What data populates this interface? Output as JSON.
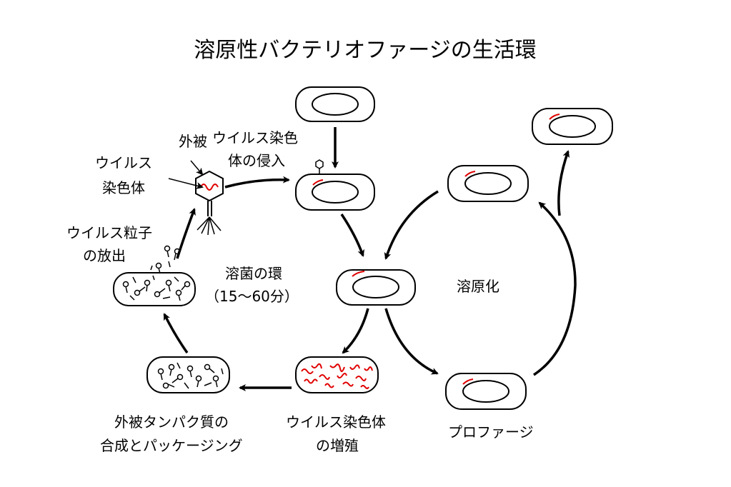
{
  "title": "溶原性バクテリオファージの生活環",
  "labels": {
    "outer_coat": "外被",
    "viral_chromosome_line1": "ウイルス",
    "viral_chromosome_line2": "染色体",
    "injection_line1": "ウイルス染色",
    "injection_line2": "体の侵入",
    "release_line1": "ウイルス粒子",
    "release_line2": "の放出",
    "lytic_cycle_line1": "溶菌の環",
    "lytic_cycle_line2": "（15～60分）",
    "lysogeny": "溶原化",
    "synthesis_line1": "外被タンパク質の",
    "synthesis_line2": "合成とパッケージング",
    "replication_line1": "ウイルス染色体",
    "replication_line2": "の増殖",
    "prophage": "プロファージ"
  },
  "colors": {
    "viral_dna": "#e00000",
    "outline": "#000000"
  }
}
